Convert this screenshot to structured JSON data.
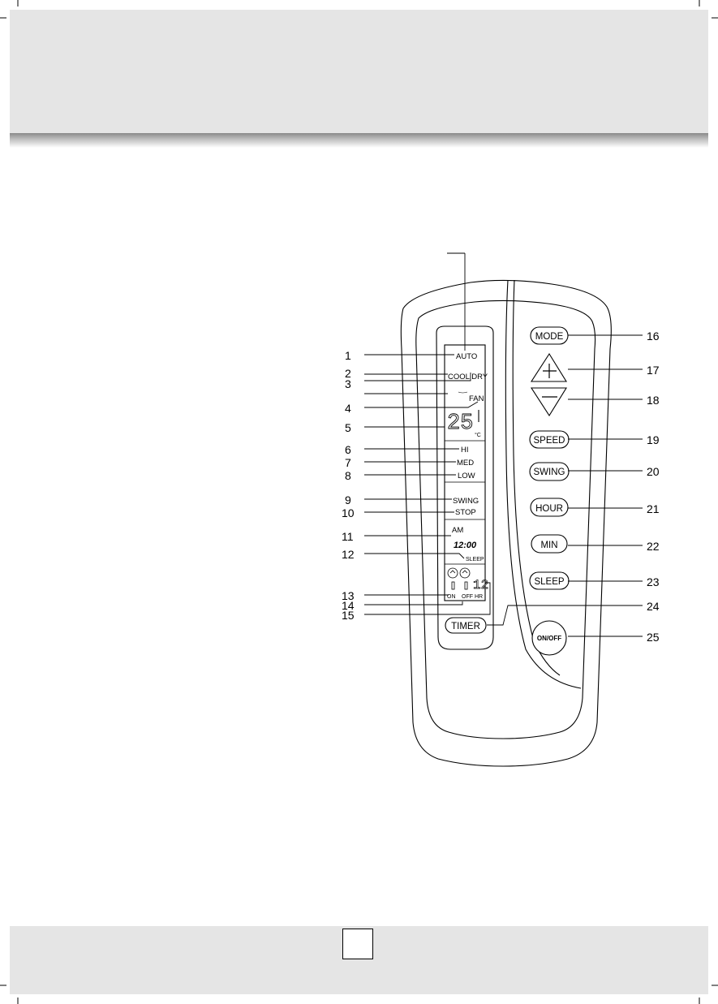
{
  "lcd": {
    "auto": "AUTO",
    "cool_dry": "COOL DRY",
    "fan": "FAN",
    "temp_digits": "25",
    "temp_unit": "°C",
    "hi": "HI",
    "med": "MED",
    "low": "LOW",
    "swing": "SWING",
    "stop": "STOP",
    "am": "AM",
    "clock": "12:00",
    "sleep": "SLEEP",
    "on": "ON",
    "off": "OFF",
    "hr": "HR",
    "timer_digits": "12"
  },
  "buttons": {
    "mode": "MODE",
    "speed": "SPEED",
    "swing": "SWING",
    "hour": "HOUR",
    "min": "MIN",
    "sleep": "SLEEP",
    "timer": "TIMER",
    "on_off": "ON/OFF"
  },
  "callouts": {
    "c1": "1",
    "c2": "2",
    "c3": "3",
    "c4": "4",
    "c5": "5",
    "c6": "6",
    "c7": "7",
    "c8": "8",
    "c9": "9",
    "c10": "10",
    "c11": "11",
    "c12": "12",
    "c13": "13",
    "c14": "14",
    "c15": "15",
    "c16": "16",
    "c17": "17",
    "c18": "18",
    "c19": "19",
    "c20": "20",
    "c21": "21",
    "c22": "22",
    "c23": "23",
    "c24": "24",
    "c25": "25"
  }
}
